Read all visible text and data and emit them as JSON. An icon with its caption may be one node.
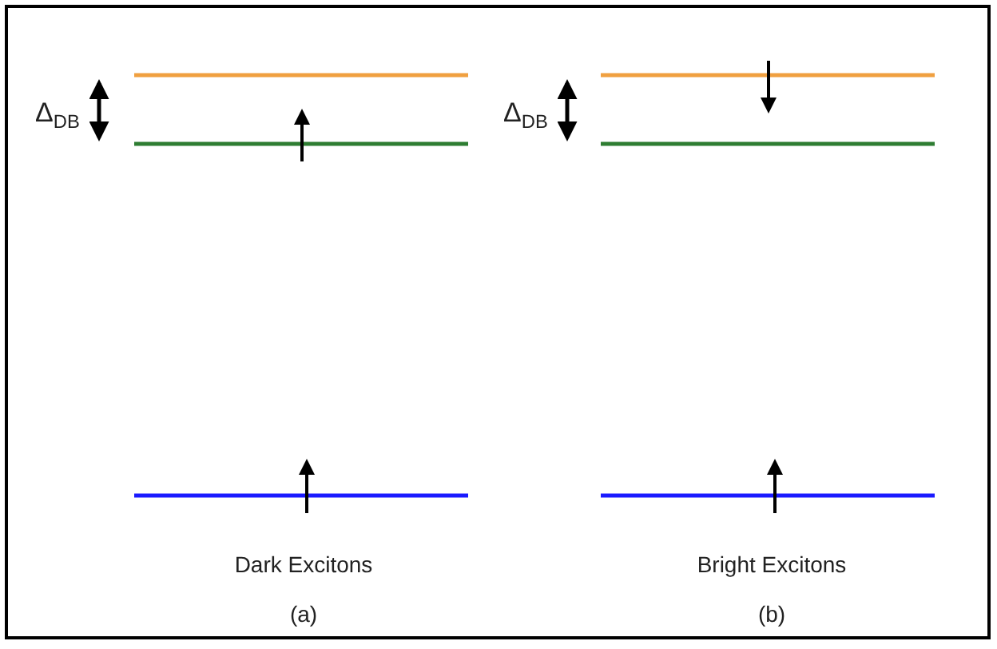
{
  "diagram": {
    "labels": [
      "Δ$_{DB}$",
      "Dark Excitons",
      "(a)",
      "Δ$_{DB}$",
      "Bright Excitons",
      "(b)"
    ]
  }
}
